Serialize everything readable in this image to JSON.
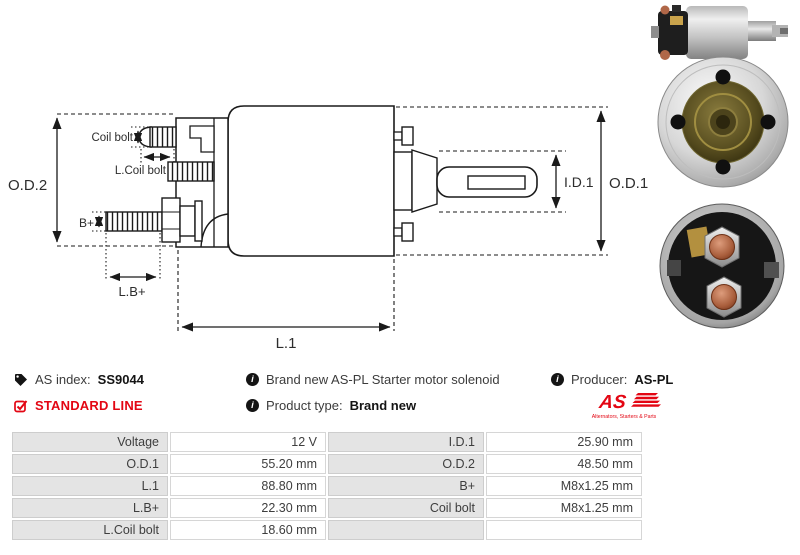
{
  "accent": {
    "red": "#e30613",
    "dark": "#1a1a1a",
    "table_grey": "#e4e4e4"
  },
  "drawing": {
    "labels": {
      "od2": "O.D.2",
      "od1": "O.D.1",
      "id1": "I.D.1",
      "l1": "L.1",
      "lb": "L.B+",
      "b": "B+",
      "coil_bolt": "Coil bolt",
      "l_coil_bolt": "L.Coil bolt"
    }
  },
  "info": {
    "as_index_label": "AS index:",
    "as_index_value": "SS9044",
    "standard_line": "STANDARD LINE",
    "description": "Brand new AS-PL Starter motor solenoid",
    "product_type_label": "Product type:",
    "product_type_value": "Brand new",
    "producer_label": "Producer:",
    "producer_value": "AS-PL",
    "info_glyph": "i",
    "logo": {
      "text": "AS",
      "subtext": "Alternators, Starters & Parts"
    }
  },
  "table": {
    "left": [
      {
        "label": "Voltage",
        "value": "12 V"
      },
      {
        "label": "O.D.1",
        "value": "55.20 mm"
      },
      {
        "label": "L.1",
        "value": "88.80 mm"
      },
      {
        "label": "L.B+",
        "value": "22.30 mm"
      },
      {
        "label": "L.Coil bolt",
        "value": "18.60 mm"
      }
    ],
    "right": [
      {
        "label": "I.D.1",
        "value": "25.90 mm"
      },
      {
        "label": "O.D.2",
        "value": "48.50 mm"
      },
      {
        "label": "B+",
        "value": "M8x1.25 mm"
      },
      {
        "label": "Coil bolt",
        "value": "M8x1.25 mm"
      },
      {
        "label": "",
        "value": ""
      }
    ]
  }
}
